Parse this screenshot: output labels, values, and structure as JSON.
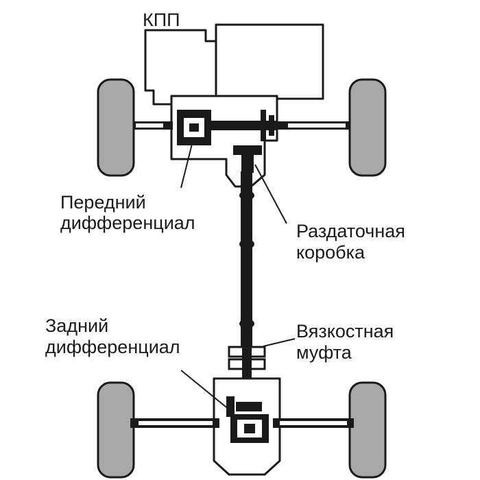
{
  "labels": {
    "gearbox": "КПП",
    "front_diff_line1": "Передний",
    "front_diff_line2": "дифференциал",
    "transfer_line1": "Раздаточная",
    "transfer_line2": "коробка",
    "rear_diff_line1": "Задний",
    "rear_diff_line2": "дифференциал",
    "coupling_line1": "Вязкостная",
    "coupling_line2": "муфта"
  },
  "colors": {
    "ink": "#1a1a1a",
    "fill": "#ffffff",
    "tire": "#a8a8a8"
  }
}
